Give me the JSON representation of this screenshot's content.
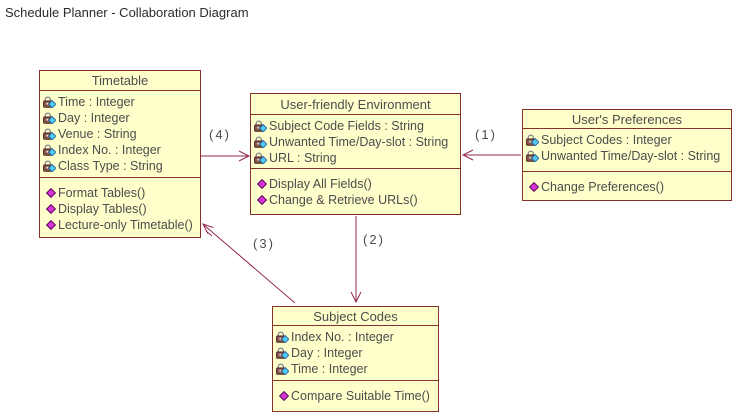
{
  "page": {
    "title": "Schedule Planner - Collaboration Diagram"
  },
  "colors": {
    "background": "#ffffff",
    "box_fill": "#ffffcc",
    "box_border": "#86302d",
    "arrow": "#93294e",
    "text": "#4c4c4c",
    "attr_icon_diamond": "#55ccf2",
    "op_icon_diamond": "#d633d6"
  },
  "classes": [
    {
      "name": "Timetable",
      "attributes": [
        "Time : Integer",
        "Day : Integer",
        "Venue : String",
        "Index No. : Integer",
        "Class Type : String"
      ],
      "operations": [
        "Format Tables()",
        "Display Tables()",
        "Lecture-only Timetable()"
      ]
    },
    {
      "name": "User-friendly Environment",
      "attributes": [
        "Subject Code Fields : String",
        "Unwanted Time/Day-slot : String",
        "URL : String"
      ],
      "operations": [
        "Display All Fields()",
        "Change & Retrieve URLs()"
      ]
    },
    {
      "name": "User's Preferences",
      "attributes": [
        "Subject Codes : Integer",
        "Unwanted Time/Day-slot : String"
      ],
      "operations": [
        "Change Preferences()"
      ]
    },
    {
      "name": "Subject Codes",
      "attributes": [
        "Index No. : Integer",
        "Day : Integer",
        "Time : Integer"
      ],
      "operations": [
        "Compare Suitable Time()"
      ]
    }
  ],
  "messages": [
    {
      "label": "(1)",
      "from": "User's Preferences",
      "to": "User-friendly Environment"
    },
    {
      "label": "(2)",
      "from": "User-friendly Environment",
      "to": "Subject Codes"
    },
    {
      "label": "(3)",
      "from": "Subject Codes",
      "to": "Timetable"
    },
    {
      "label": "(4)",
      "from": "Timetable",
      "to": "User-friendly Environment"
    }
  ]
}
